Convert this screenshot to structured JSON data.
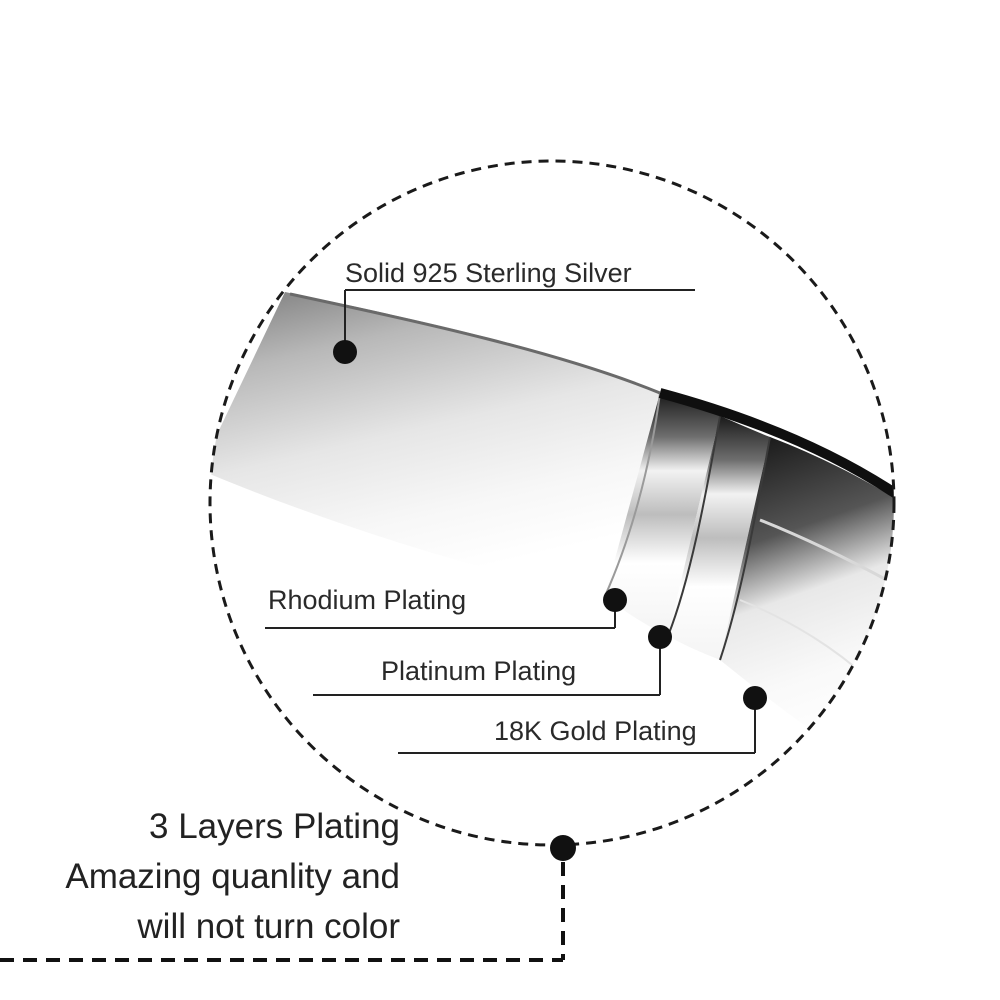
{
  "layers": {
    "base": "Solid 925 Sterling Silver",
    "rhodium": "Rhodium Plating",
    "platinum": "Platinum Plating",
    "gold": "18K Gold Plating"
  },
  "caption": {
    "line1": "3 Layers Plating",
    "line2": "Amazing quanlity and",
    "line3": "will not turn color"
  },
  "colors": {
    "ink": "#111111",
    "background": "#ffffff"
  }
}
